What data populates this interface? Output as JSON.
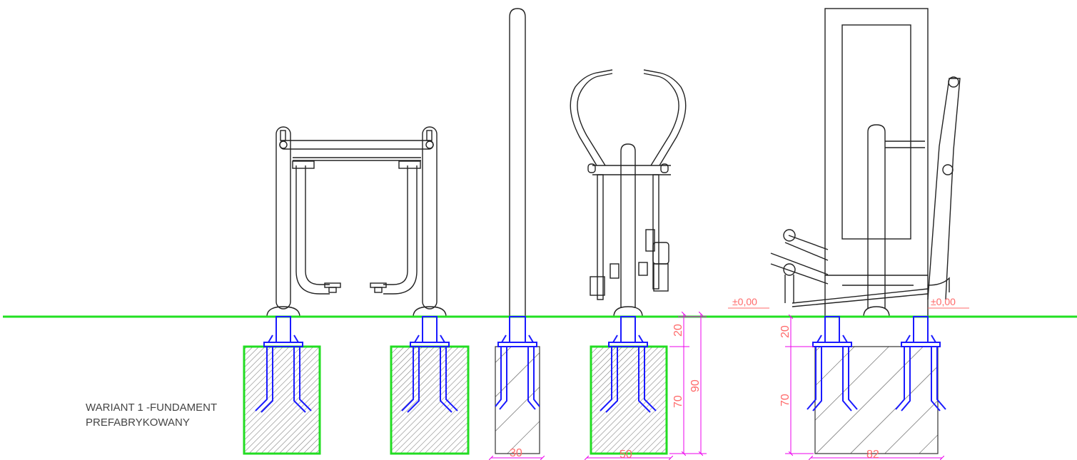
{
  "caption": {
    "line1": "WARIANT 1 -FUNDAMENT",
    "line2": "PREFABRYKOWANY"
  },
  "level_marks": [
    "±0,00",
    "±0,00"
  ],
  "dimensions": {
    "d1_depth_top": "20",
    "d1_depth_block": "70",
    "d1_depth_total": "90",
    "d2_depth_top": "20",
    "d2_depth_block": "70",
    "width_a": "30",
    "width_b": "50",
    "width_c": "82"
  },
  "colors": {
    "ground_line": "#22e022",
    "footing_outline": "#22dd22",
    "anchor": "#1a1aff",
    "dimension_line": "#ee00ee",
    "dimension_text": "#ff6a6a",
    "equipment": "#222222"
  }
}
